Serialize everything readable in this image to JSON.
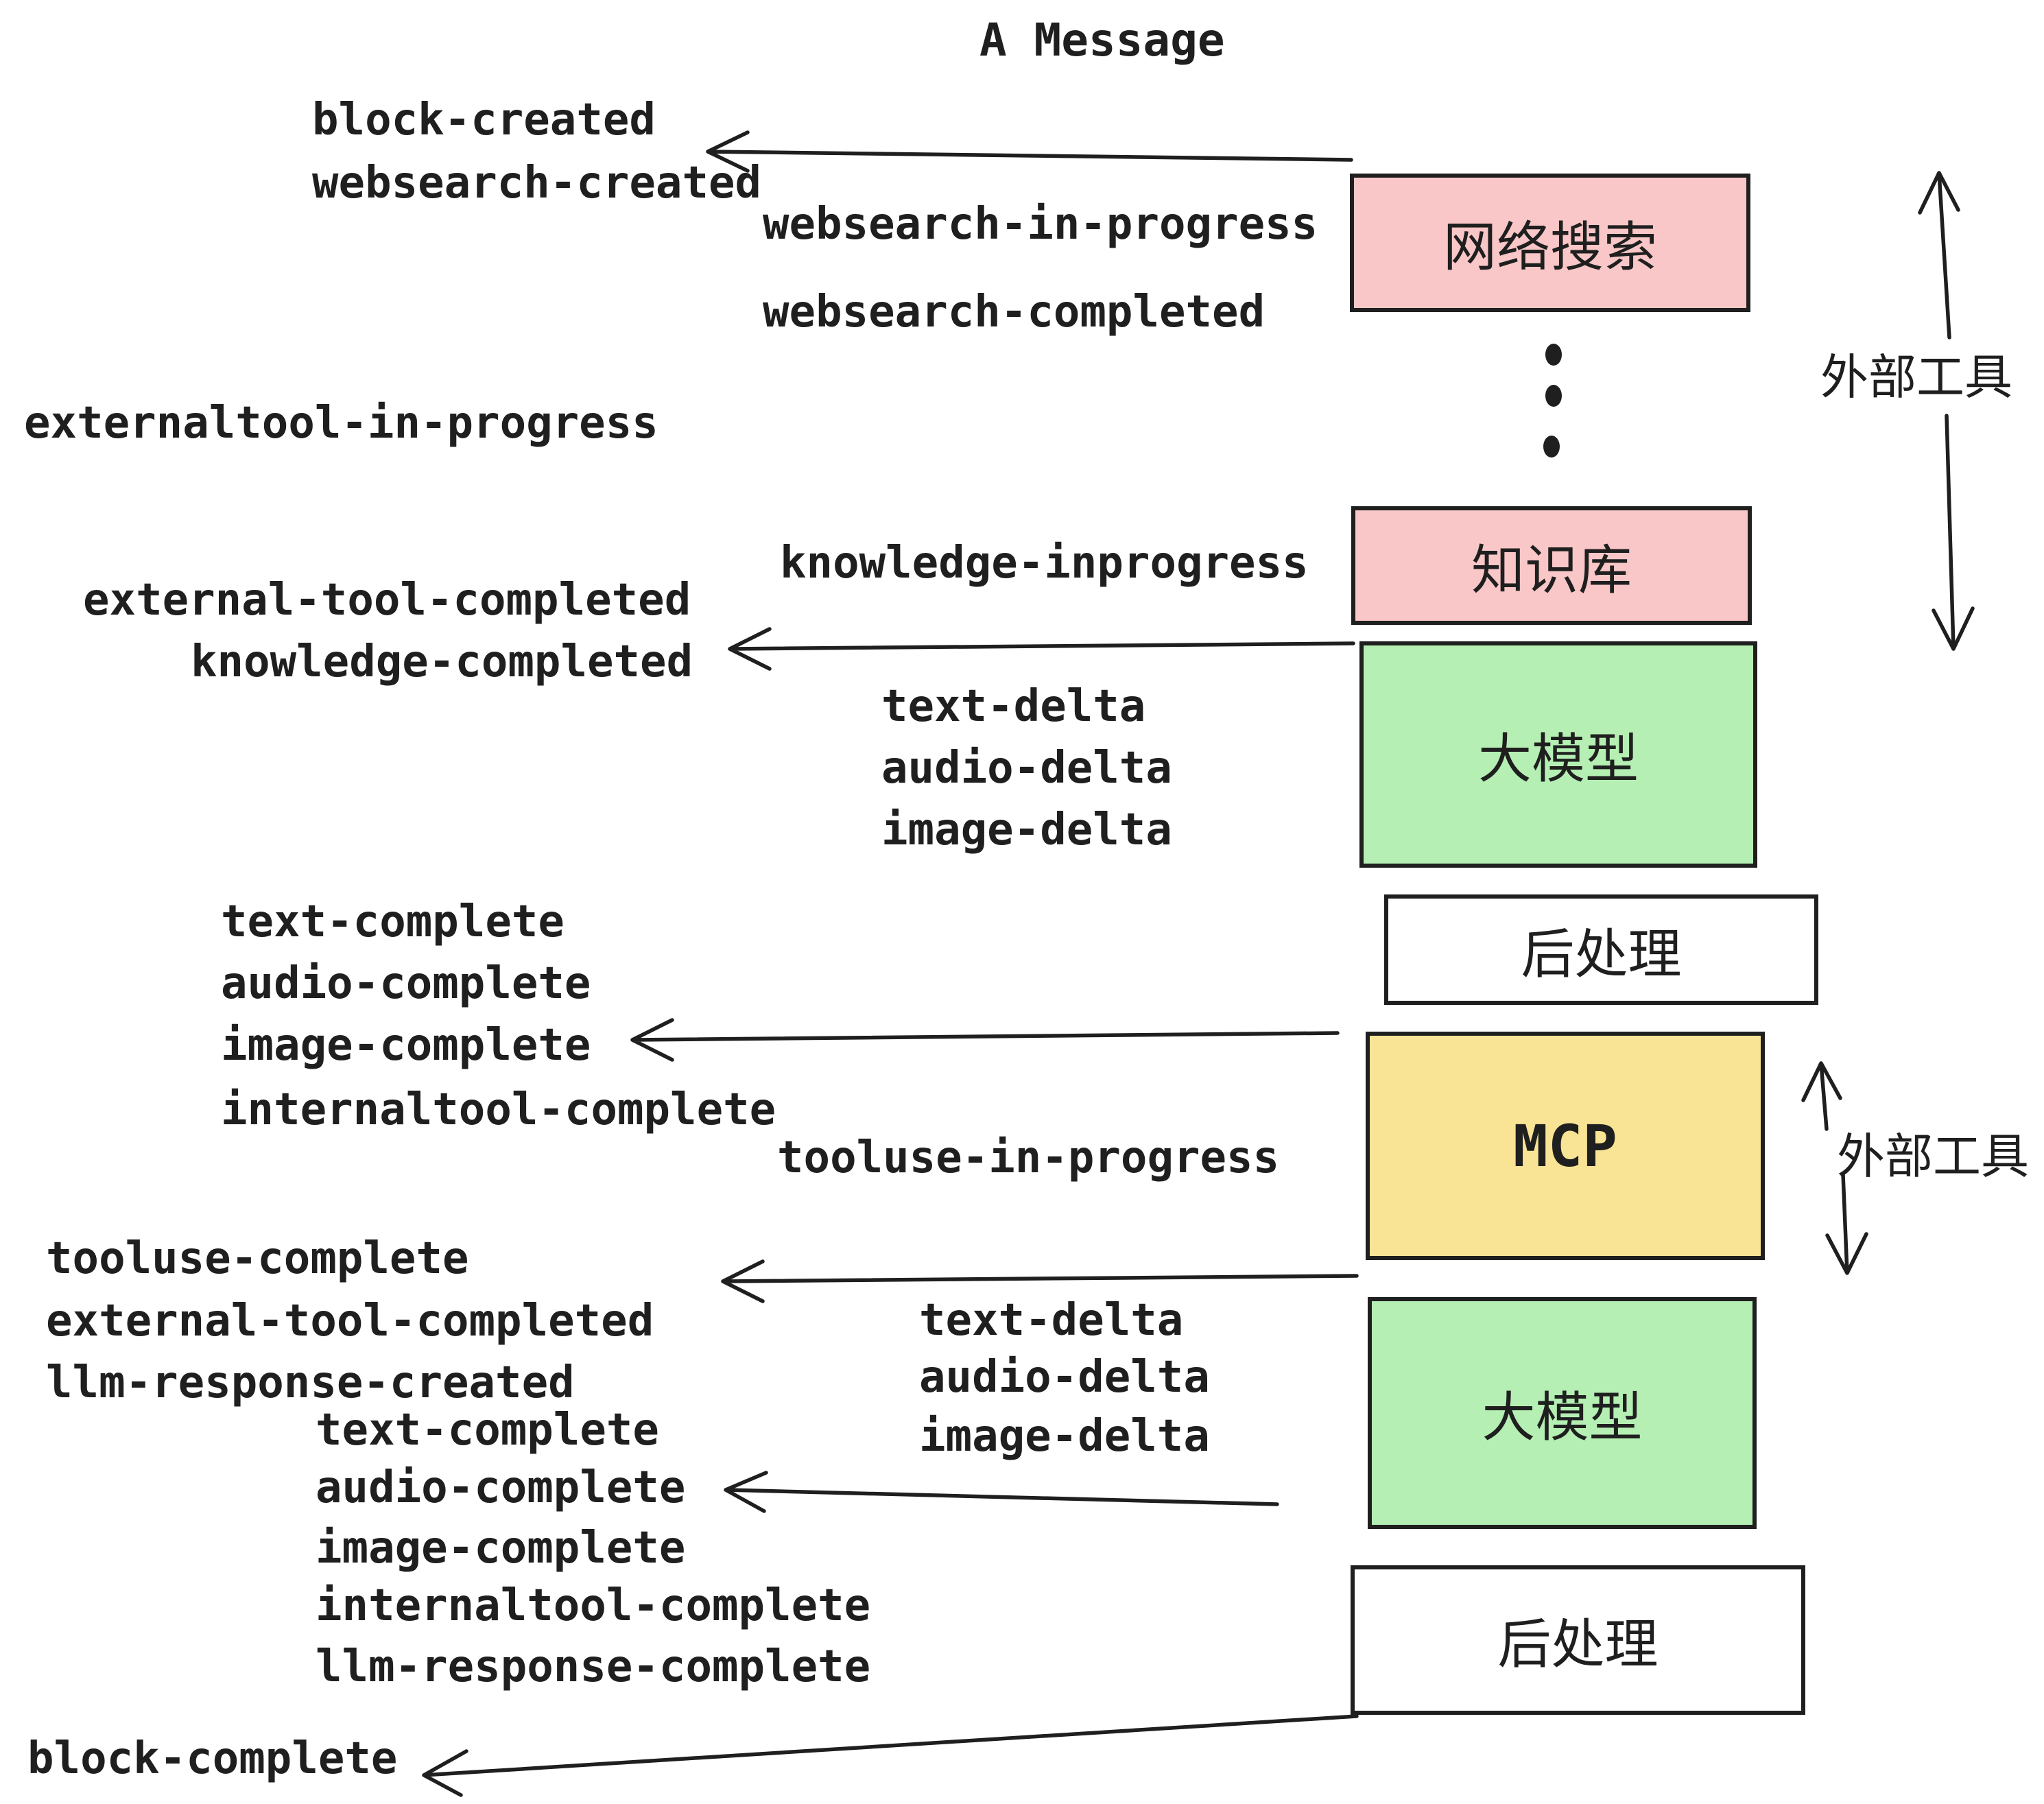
{
  "title": "A Message",
  "events": {
    "block_created": "block-created",
    "websearch_created": "websearch-created",
    "websearch_in_progress": "websearch-in-progress",
    "websearch_completed": "websearch-completed",
    "externaltool_in_progress": "externaltool-in-progress",
    "knowledge_inprogress": "knowledge-inprogress",
    "external_tool_completed": "external-tool-completed",
    "knowledge_completed": "knowledge-completed",
    "text_delta": "text-delta",
    "audio_delta": "audio-delta",
    "image_delta": "image-delta",
    "text_complete": "text-complete",
    "audio_complete": "audio-complete",
    "image_complete": "image-complete",
    "internaltool_complete": "internaltool-complete",
    "tooluse_in_progress": "tooluse-in-progress",
    "tooluse_complete": "tooluse-complete",
    "llm_response_created": "llm-response-created",
    "llm_response_complete": "llm-response-complete",
    "block_complete": "block-complete"
  },
  "boxes": {
    "websearch": {
      "label": "网络搜索",
      "fill": "#f9c7c7"
    },
    "knowledge": {
      "label": "知识库",
      "fill": "#f9c7c7"
    },
    "llm_top": {
      "label": "大模型",
      "fill": "#b5efb3"
    },
    "post_top": {
      "label": "后处理",
      "fill": "#ffffff"
    },
    "mcp": {
      "label": "MCP",
      "fill": "#f8e494"
    },
    "llm_bottom": {
      "label": "大模型",
      "fill": "#b5efb3"
    },
    "post_bottom": {
      "label": "后处理",
      "fill": "#ffffff"
    }
  },
  "side_labels": {
    "external_tools": "外部工具"
  },
  "colors": {
    "ink": "#1f1f1f",
    "pink": "#f9c7c7",
    "green": "#b5efb3",
    "yellow": "#f8e494",
    "white": "#ffffff"
  }
}
